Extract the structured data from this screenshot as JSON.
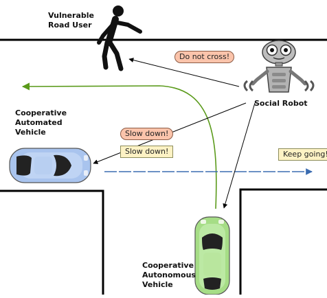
{
  "labels": {
    "vru": "Vulnerable\nRoad User",
    "cav_left": "Cooperative\nAutomated\nVehicle",
    "social_robot": "Social Robot",
    "cav_bottom": "Cooperative\nAutonomous\nVehicle"
  },
  "messages": {
    "do_not_cross": "Do not cross!",
    "slow_down_bubble": "Slow down!",
    "slow_down_box": "Slow down!",
    "keep_going": "Keep going!"
  },
  "colors": {
    "road_edge": "#000000",
    "green_path": "#5a9a1a",
    "blue_path": "#3a6bb0",
    "speech_bubble": "#fbc4ab",
    "display_box": "#fdf2c4",
    "blue_car": "#a9c4ee",
    "green_car": "#a6dd86",
    "robot": "#b3b3b3"
  },
  "icons": [
    "walking-person-icon",
    "robot-icon",
    "car-icon"
  ]
}
